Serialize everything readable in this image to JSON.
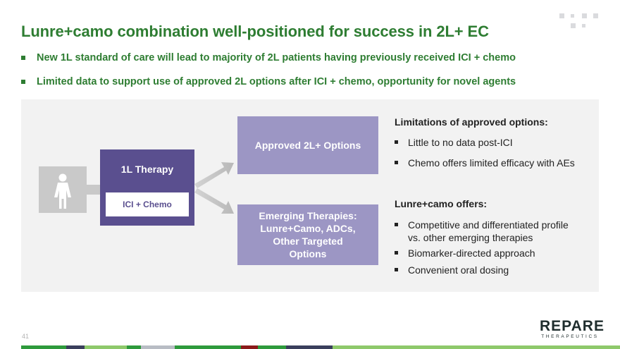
{
  "title": "Lunre+camo combination well-positioned for success in 2L+ EC",
  "bullets": [
    "New 1L standard of care will lead to majority of 2L patients having previously received ICI + chemo",
    "Limited data to support use of approved 2L options after ICI + chemo, opportunity for novel agents"
  ],
  "diagram": {
    "person_icon": "person-icon",
    "therapy_label": "1L Therapy",
    "therapy_sub": "ICI + Chemo",
    "approved": "Approved 2L+ Options",
    "emerging_lines": [
      "Emerging Therapies:",
      "Lunre+Camo, ADCs,",
      "Other Targeted",
      "Options"
    ]
  },
  "limitations": {
    "heading": "Limitations of approved options:",
    "items": [
      "Little to no data post-ICI",
      "Chemo offers limited efficacy with AEs"
    ]
  },
  "offers": {
    "heading": "Lunre+camo offers:",
    "items": [
      [
        "Competitive and differentiated profile",
        "vs. other emerging therapies"
      ],
      [
        "Biomarker-directed approach"
      ],
      [
        "Convenient oral dosing"
      ]
    ]
  },
  "page_number": "41",
  "logo": {
    "main": "REPARE",
    "sub": "THERAPEUTICS"
  },
  "colors": {
    "title_green": "#2e7d32",
    "dark_purple": "#5a4f8f",
    "light_purple": "#9c96c4",
    "gray": "#c9c9c9"
  }
}
